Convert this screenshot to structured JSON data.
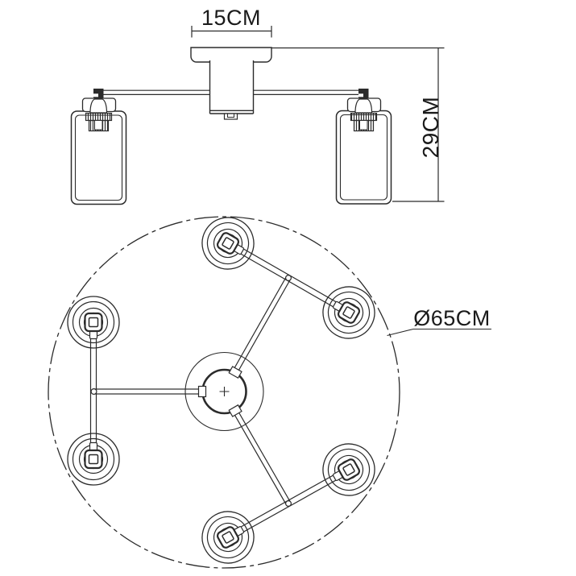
{
  "colors": {
    "ink": "#2b2b2b",
    "text": "#1a1a1a",
    "paper": "#ffffff"
  },
  "labels": {
    "canopy_width": "15CM",
    "fixture_height": "29CM",
    "overall_diameter": "Ø65CM"
  },
  "views": {
    "front_shade_count": 2,
    "plan_shade_count": 6,
    "plan_arm_count": 3
  }
}
